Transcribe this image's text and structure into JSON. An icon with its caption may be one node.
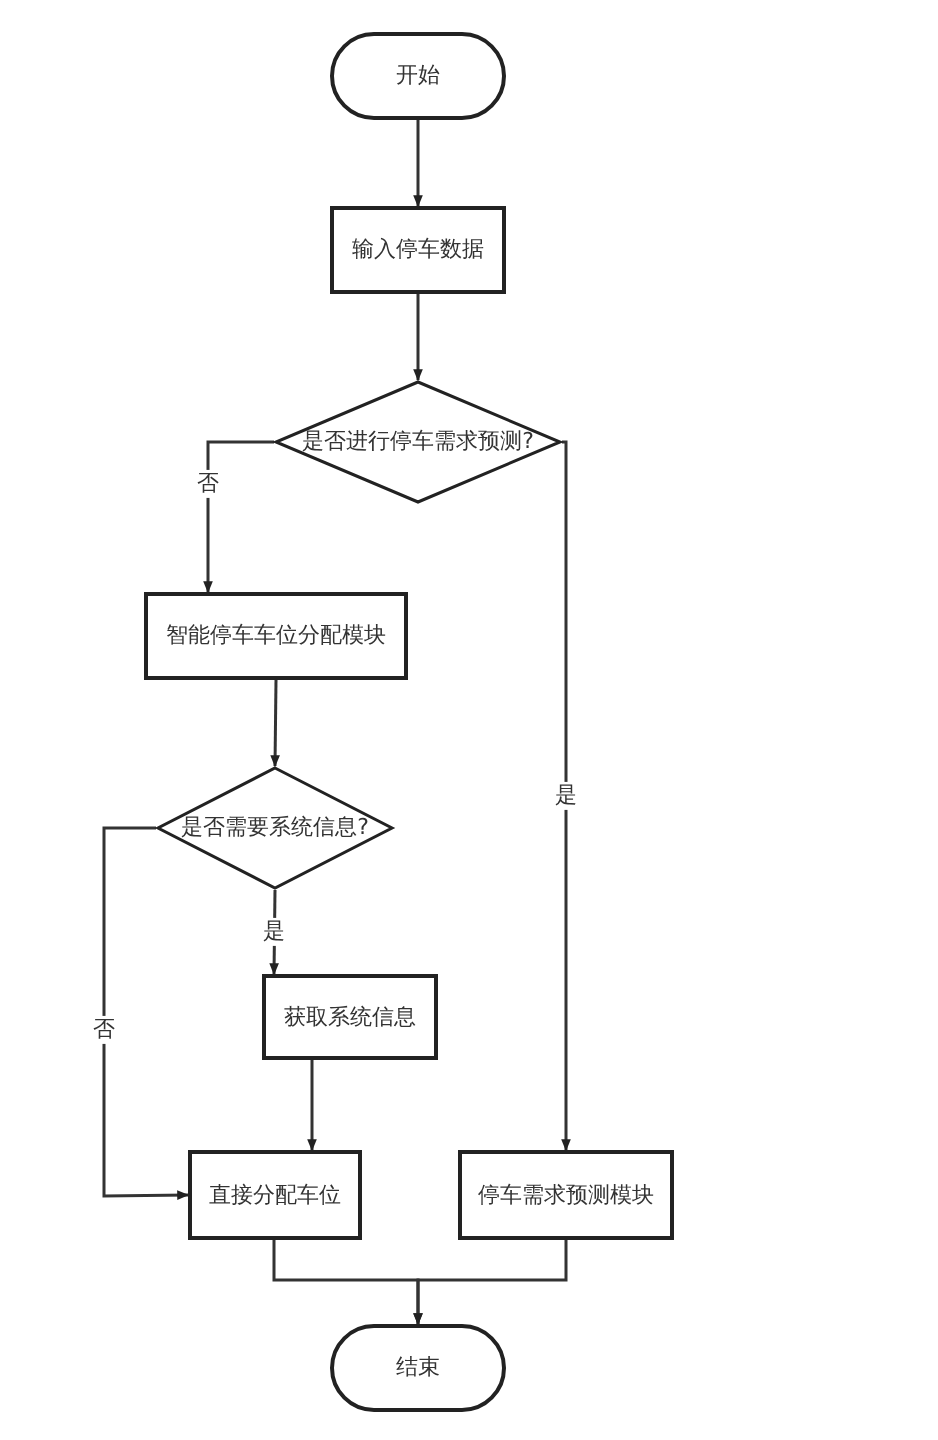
{
  "diagram": {
    "nodes": [
      {
        "text": [
          "开始"
        ]
      },
      {
        "text": [
          "输入停车数据"
        ]
      },
      {
        "text": [
          "是否进行停车需求预测?"
        ]
      },
      {
        "text": [
          "智能停车车位分配模块"
        ]
      },
      {
        "text": [
          "是否需要系统信息?"
        ]
      },
      {
        "text": [
          "获取系统信息"
        ]
      },
      {
        "text": [
          "直接分配车位"
        ]
      },
      {
        "text": [
          "停车需求预测模块"
        ]
      },
      {
        "text": [
          "结束"
        ]
      }
    ],
    "edges": [
      {
        "from": 0,
        "to": 1,
        "arrow": "to"
      },
      {
        "from": 1,
        "to": 2,
        "arrow": "to"
      },
      {
        "from": 2,
        "to": 3,
        "arrow": "to",
        "label": "否"
      },
      {
        "from": 2,
        "to": 7,
        "arrow": "to",
        "label": "是"
      },
      {
        "from": 3,
        "to": 4,
        "arrow": "to"
      },
      {
        "from": 4,
        "to": 5,
        "arrow": "to",
        "label": "是"
      },
      {
        "from": 4,
        "to": 6,
        "arrow": "to",
        "label": "否"
      },
      {
        "from": 5,
        "to": 6,
        "arrow": "to"
      },
      {
        "from": 6,
        "to": 8,
        "arrow": "to"
      },
      {
        "from": 7,
        "to": 8,
        "arrow": "to"
      }
    ]
  }
}
